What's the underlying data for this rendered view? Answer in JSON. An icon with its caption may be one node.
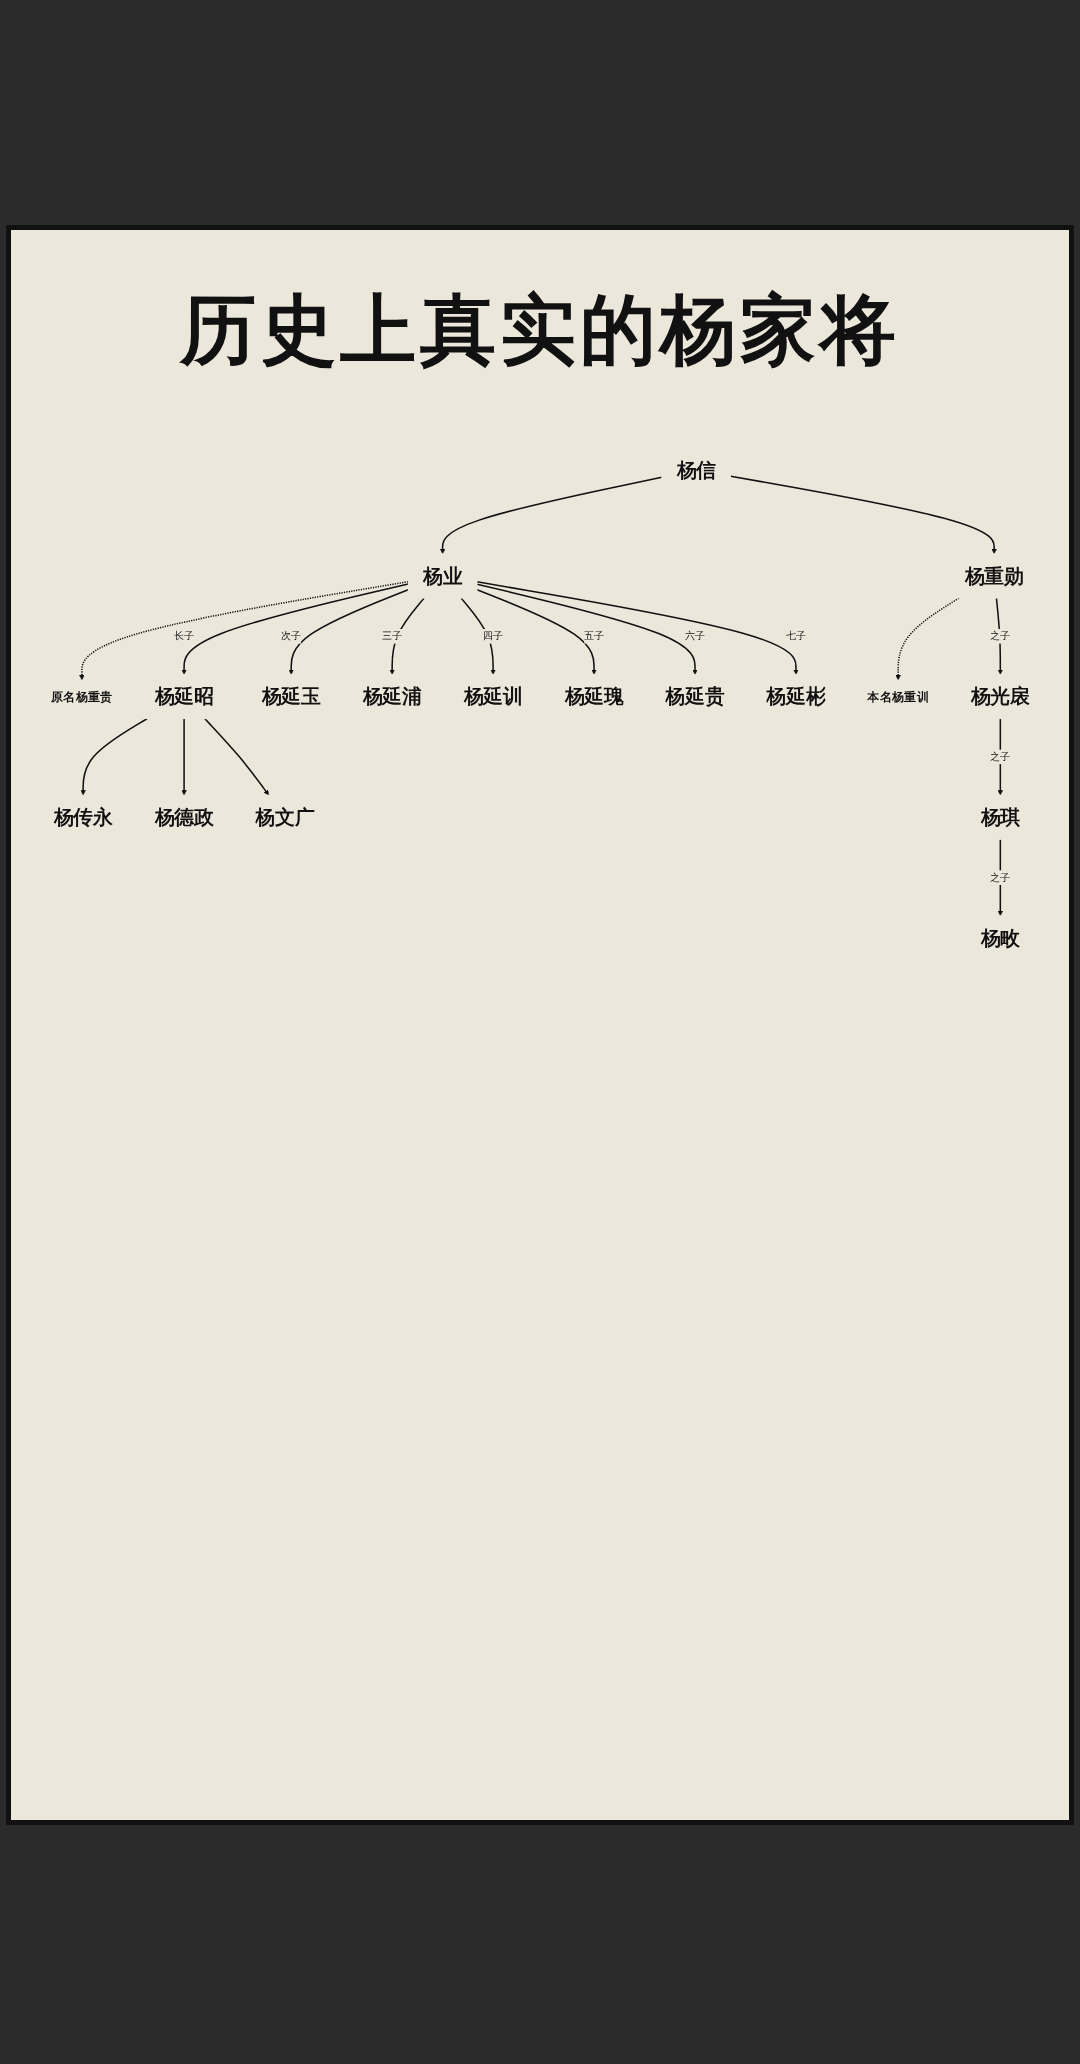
{
  "diagram": {
    "title": "历史上真实的杨家将",
    "nodes": [
      {
        "text": [
          "杨信"
        ]
      },
      {
        "text": [
          "原名杨重贵"
        ]
      },
      {
        "text": [
          "杨业"
        ]
      },
      {
        "text": [
          "本名杨重训"
        ]
      },
      {
        "text": [
          "杨重勋"
        ]
      },
      {
        "text": [
          "杨延昭"
        ]
      },
      {
        "text": [
          "杨延玉"
        ]
      },
      {
        "text": [
          "杨延浦"
        ]
      },
      {
        "text": [
          "杨延训"
        ]
      },
      {
        "text": [
          "杨延瑰"
        ]
      },
      {
        "text": [
          "杨延贵"
        ]
      },
      {
        "text": [
          "杨延彬"
        ]
      },
      {
        "text": [
          "杨光扆"
        ]
      },
      {
        "text": [
          "杨传永"
        ]
      },
      {
        "text": [
          "杨德政"
        ]
      },
      {
        "text": [
          "杨文广"
        ]
      },
      {
        "text": [
          "杨琪"
        ]
      },
      {
        "text": [
          "杨畋"
        ]
      }
    ],
    "edges": [
      {
        "from": 0,
        "to": 2,
        "arrow": "to"
      },
      {
        "from": 0,
        "to": 4,
        "arrow": "to"
      },
      {
        "from": 2,
        "to": 1,
        "arrow": "to",
        "style": "dashed"
      },
      {
        "from": 4,
        "to": 3,
        "arrow": "to",
        "style": "dashed"
      },
      {
        "from": 2,
        "to": 5,
        "arrow": "to",
        "label": "长子"
      },
      {
        "from": 2,
        "to": 6,
        "arrow": "to",
        "label": "次子"
      },
      {
        "from": 2,
        "to": 7,
        "arrow": "to",
        "label": "三子"
      },
      {
        "from": 2,
        "to": 8,
        "arrow": "to",
        "label": "四子"
      },
      {
        "from": 2,
        "to": 9,
        "arrow": "to",
        "label": "五子"
      },
      {
        "from": 2,
        "to": 10,
        "arrow": "to",
        "label": "六子"
      },
      {
        "from": 2,
        "to": 11,
        "arrow": "to",
        "label": "七子"
      },
      {
        "from": 4,
        "to": 12,
        "arrow": "to",
        "label": "之子"
      },
      {
        "from": 5,
        "to": 13,
        "arrow": "to"
      },
      {
        "from": 5,
        "to": 14,
        "arrow": "to"
      },
      {
        "from": 5,
        "to": 15,
        "arrow": "to"
      },
      {
        "from": 12,
        "to": 16,
        "arrow": "to",
        "label": "之子"
      },
      {
        "from": 16,
        "to": 17,
        "arrow": "to",
        "label": "之子"
      }
    ]
  }
}
